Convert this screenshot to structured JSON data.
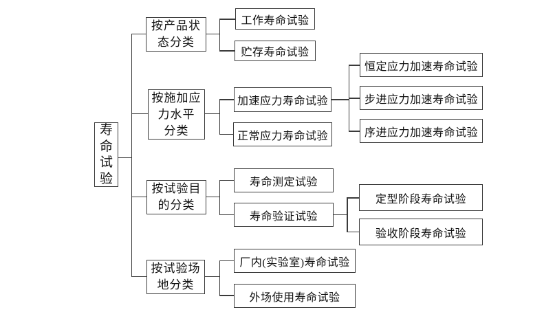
{
  "palette": {
    "background": "#ffffff",
    "line": "#3a3a3a",
    "text": "#111111"
  },
  "tree": {
    "root_label": "寿\n命\n试\n验",
    "branches": [
      {
        "label": "按产品状\n态分类",
        "children": [
          {
            "label": "工作寿命试验"
          },
          {
            "label": "贮存寿命试验"
          }
        ]
      },
      {
        "label": "按施加应\n力水平\n分类",
        "children": [
          {
            "label": "加速应力寿命试验",
            "children": [
              {
                "label": "恒定应力加速寿命试验"
              },
              {
                "label": "步进应力加速寿命试验"
              },
              {
                "label": "序进应力加速寿命试验"
              }
            ]
          },
          {
            "label": "正常应力寿命试验"
          }
        ]
      },
      {
        "label": "按试验目\n的分类",
        "children": [
          {
            "label": "寿命测定试验"
          },
          {
            "label": "寿命验证试验",
            "children": [
              {
                "label": "定型阶段寿命试验"
              },
              {
                "label": "验收阶段寿命试验"
              }
            ]
          }
        ]
      },
      {
        "label": "按试验场\n地分类",
        "children": [
          {
            "label": "厂内(实验室)寿命试验"
          },
          {
            "label": "外场使用寿命试验"
          }
        ]
      }
    ]
  }
}
